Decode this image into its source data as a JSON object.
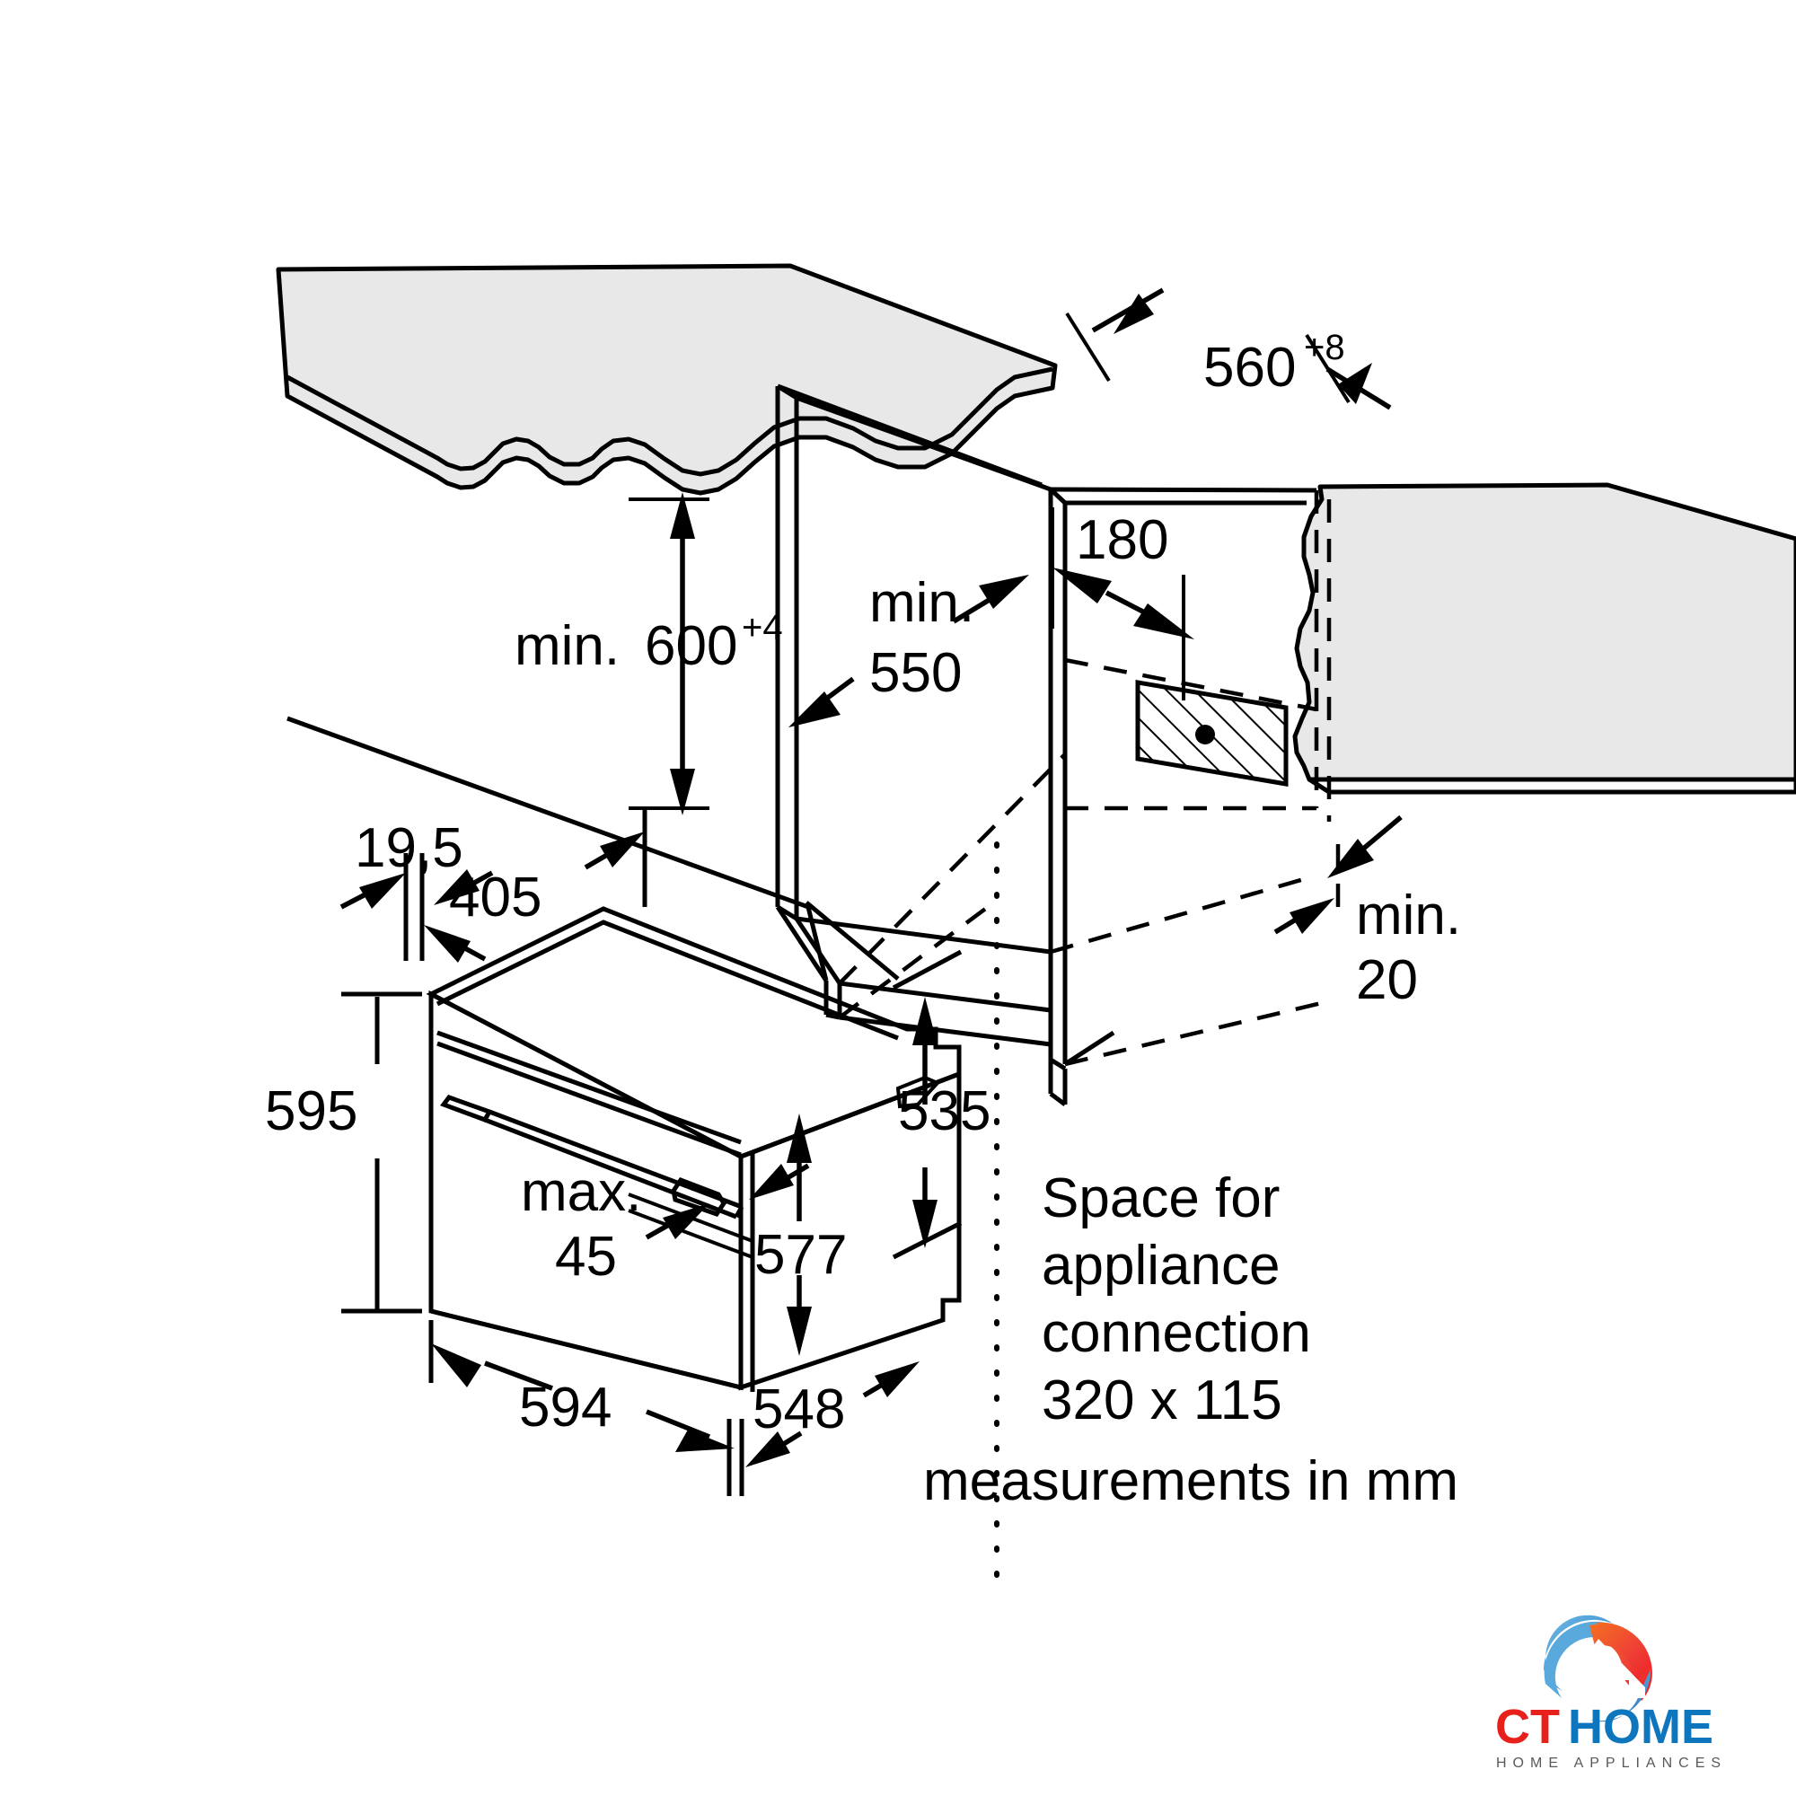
{
  "diagram": {
    "title": "Built-in oven installation dimensions",
    "units_note": "measurements in mm",
    "dimensions": {
      "niche_depth": "560",
      "niche_depth_tol": "+8",
      "niche_height_prefix": "min.",
      "niche_height": "600",
      "niche_height_tol": "+4",
      "niche_width_prefix": "min.",
      "niche_width": "550",
      "connection_offset": "180",
      "rear_gap_prefix": "min.",
      "rear_gap": "20",
      "front_trim": "19,5",
      "top_inset": "405",
      "oven_height": "595",
      "oven_body_height": "577",
      "oven_depth_rear": "535",
      "oven_width": "594",
      "oven_body_depth": "548",
      "door_gap_prefix": "max.",
      "door_gap": "45"
    },
    "notes": {
      "connection_line1": "Space for",
      "connection_line2": "appliance",
      "connection_line3": "connection",
      "connection_line4": "320 x 115"
    }
  },
  "logo": {
    "brand_part1": "CT",
    "brand_part2": "HOME",
    "tagline": "HOME APPLIANCES",
    "colors": {
      "red": "#e8201c",
      "blue": "#0e76bc",
      "orange": "#ee4a34",
      "light_blue": "#5aa9dd",
      "dark_blue": "#1a5fa8",
      "gray": "#58595b"
    }
  }
}
